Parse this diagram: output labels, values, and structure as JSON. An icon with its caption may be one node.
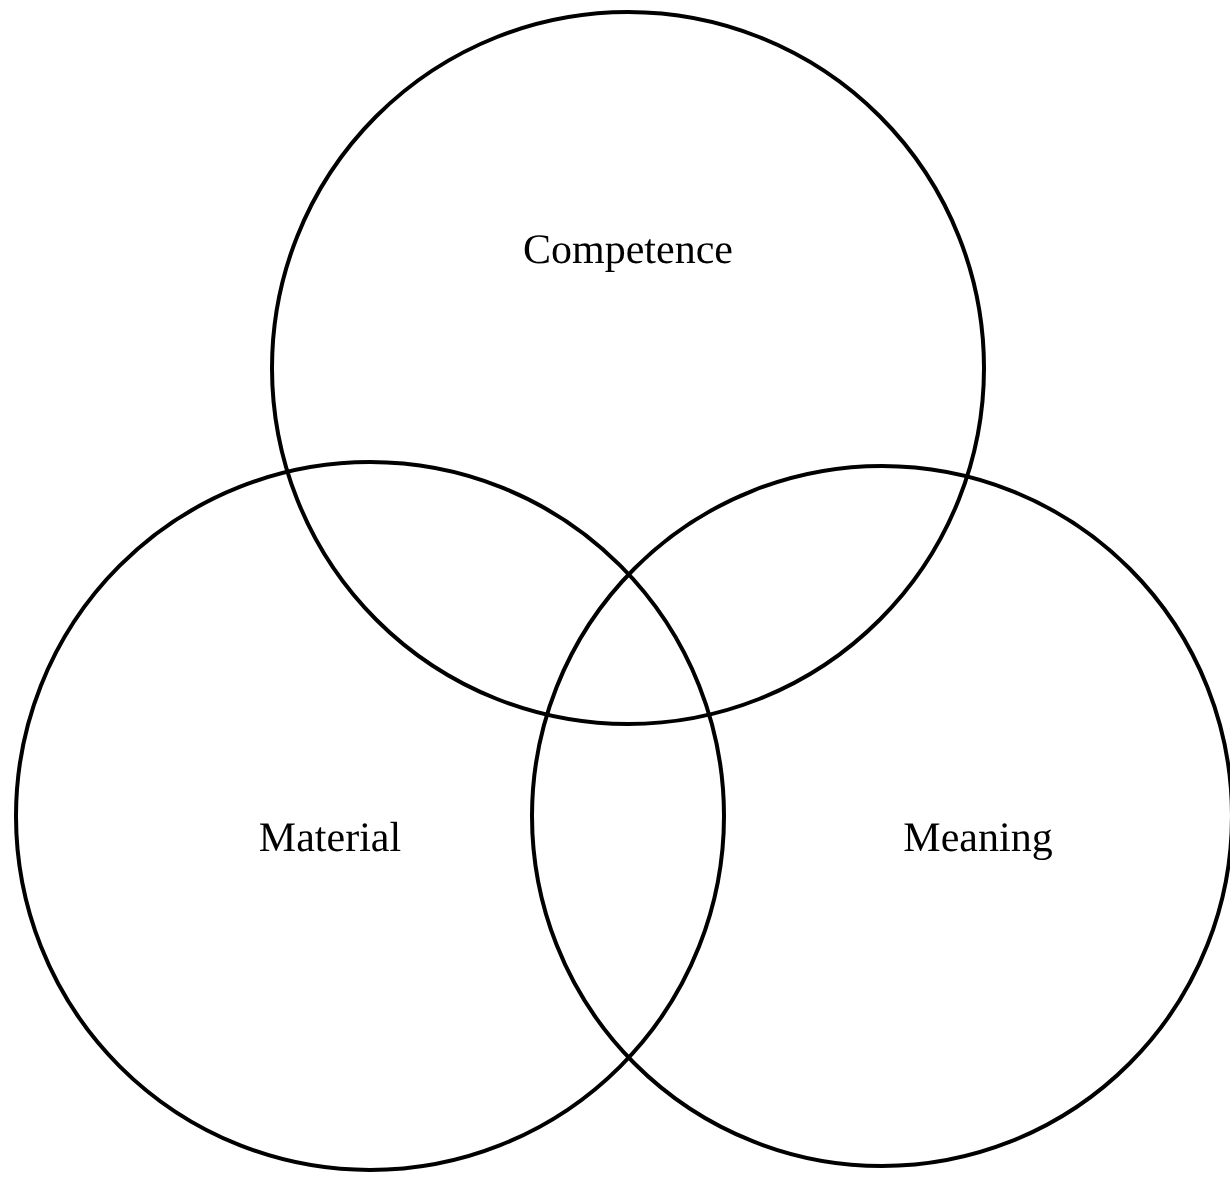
{
  "diagram": {
    "nodes": [
      {
        "text": [
          "Competence"
        ]
      },
      {
        "text": [
          "Material"
        ]
      },
      {
        "text": [
          "Meaning"
        ]
      }
    ]
  }
}
